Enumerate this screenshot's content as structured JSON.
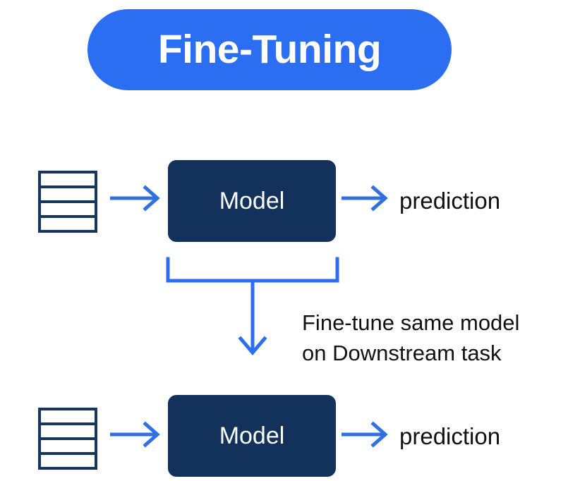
{
  "title": {
    "label": "Fine-Tuning",
    "pill_color": "#2b6ef2",
    "text_color": "#ffffff"
  },
  "colors": {
    "accent_blue": "#2b6ef2",
    "arrow_blue": "#3070e0",
    "model_navy": "#12325b",
    "icon_navy": "#17365f",
    "text_black": "#111111",
    "background": "#ffffff"
  },
  "rows": [
    {
      "id": "pretraining-row",
      "dataset_icon": "table-icon",
      "dataset_rows": 4,
      "arrow_in": "arrow-right-icon",
      "model_label": "Model",
      "arrow_out": "arrow-right-icon",
      "output_label": "prediction"
    },
    {
      "id": "finetuning-row",
      "dataset_icon": "table-icon",
      "dataset_rows": 4,
      "arrow_in": "arrow-right-icon",
      "model_label": "Model",
      "arrow_out": "arrow-right-icon",
      "output_label": "prediction"
    }
  ],
  "transition": {
    "bracket_icon": "bracket-down-icon",
    "arrow_icon": "arrow-down-icon",
    "caption_line_1": "Fine-tune same model",
    "caption_line_2": "on Downstream task"
  }
}
